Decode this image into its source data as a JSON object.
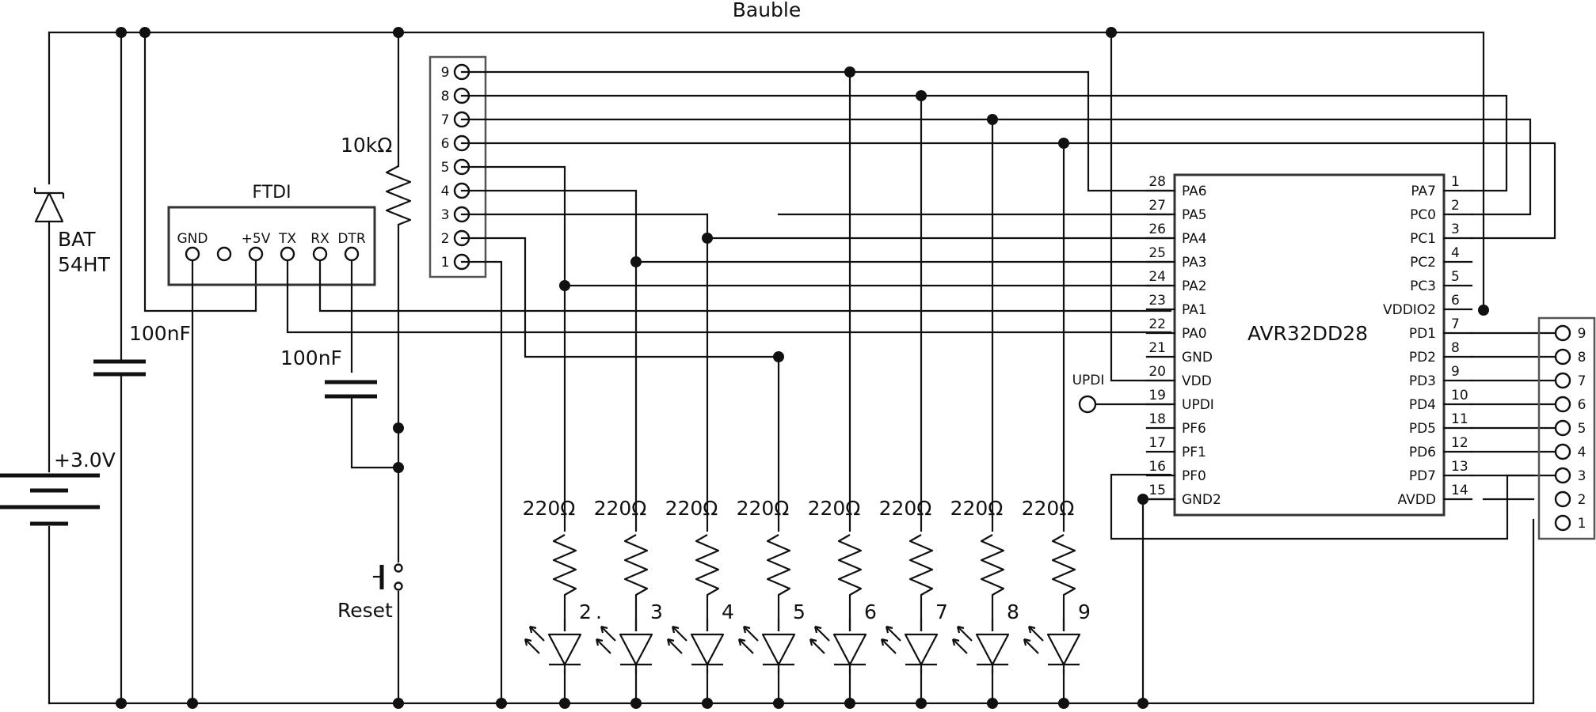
{
  "title": "Bauble",
  "mcu": {
    "name": "AVR32DD28",
    "left_pins": [
      {
        "num": "28",
        "name": "PA6"
      },
      {
        "num": "27",
        "name": "PA5"
      },
      {
        "num": "26",
        "name": "PA4"
      },
      {
        "num": "25",
        "name": "PA3"
      },
      {
        "num": "24",
        "name": "PA2"
      },
      {
        "num": "23",
        "name": "PA1"
      },
      {
        "num": "22",
        "name": "PA0"
      },
      {
        "num": "21",
        "name": "GND"
      },
      {
        "num": "20",
        "name": "VDD"
      },
      {
        "num": "19",
        "name": "UPDI"
      },
      {
        "num": "18",
        "name": "PF6"
      },
      {
        "num": "17",
        "name": "PF1"
      },
      {
        "num": "16",
        "name": "PF0"
      },
      {
        "num": "15",
        "name": "GND2"
      }
    ],
    "right_pins": [
      {
        "num": "1",
        "name": "PA7"
      },
      {
        "num": "2",
        "name": "PC0"
      },
      {
        "num": "3",
        "name": "PC1"
      },
      {
        "num": "4",
        "name": "PC2"
      },
      {
        "num": "5",
        "name": "PC3"
      },
      {
        "num": "6",
        "name": "VDDIO2"
      },
      {
        "num": "7",
        "name": "PD1"
      },
      {
        "num": "8",
        "name": "PD2"
      },
      {
        "num": "9",
        "name": "PD3"
      },
      {
        "num": "10",
        "name": "PD4"
      },
      {
        "num": "11",
        "name": "PD5"
      },
      {
        "num": "12",
        "name": "PD6"
      },
      {
        "num": "13",
        "name": "PD7"
      },
      {
        "num": "14",
        "name": "AVDD"
      }
    ]
  },
  "ftdi": {
    "title": "FTDI",
    "pins": [
      "GND",
      "+5V",
      "TX",
      "RX",
      "DTR"
    ]
  },
  "left_header": [
    "9",
    "8",
    "7",
    "6",
    "5",
    "4",
    "3",
    "2",
    "1"
  ],
  "right_header": [
    "9",
    "8",
    "7",
    "6",
    "5",
    "4",
    "3",
    "2",
    "1"
  ],
  "diode": {
    "line1": "BAT",
    "line2": "54HT"
  },
  "battery": {
    "label": "+3.0V"
  },
  "capacitors": [
    "100nF",
    "100nF"
  ],
  "pullup": {
    "label": "10kΩ"
  },
  "reset": {
    "label": "Reset"
  },
  "updi": {
    "label": "UPDI"
  },
  "led_resistor_label": "220Ω",
  "leds": [
    "2",
    "3",
    "4",
    "5",
    "6",
    "7",
    "8",
    "9"
  ],
  "dot_label": "."
}
